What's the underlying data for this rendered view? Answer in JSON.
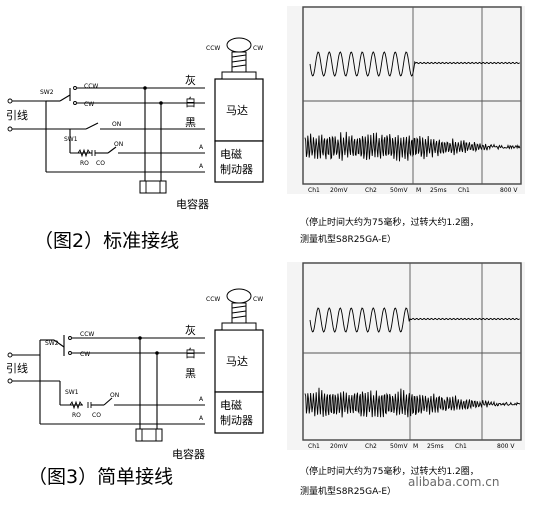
{
  "figures": [
    {
      "caption": "（图2）标准接线",
      "lead_label": "引线",
      "sw2": "SW2",
      "sw1": "SW1",
      "ccw": "CCW",
      "cw": "CW",
      "on1": "ON",
      "on2": "ON",
      "ro": "RO",
      "co": "CO",
      "a1": "A",
      "a2": "A",
      "wire_gray": "灰",
      "wire_white": "白",
      "wire_black": "黑",
      "motor": "马达",
      "brake_line1": "电磁",
      "brake_line2": "制动器",
      "capacitor": "电容器",
      "top_ccw": "CCW",
      "top_cw": "CW",
      "scope_scale": [
        "Ch1",
        "20mV",
        "Ch2",
        "50mV",
        "M",
        "25ms",
        "Ch1",
        "800 V"
      ],
      "note_line1": "（停止时间大约为75毫秒，过转大约1.2圈，",
      "note_line2": "测量机型S8R25GA-E）"
    },
    {
      "caption": "（图3）简单接线",
      "lead_label": "引线",
      "sw2": "SW2",
      "sw1": "SW1",
      "ccw": "CCW",
      "cw": "CW",
      "on1": "ON",
      "ro": "RO",
      "co": "CO",
      "a1": "A",
      "a2": "A",
      "wire_gray": "灰",
      "wire_white": "白",
      "wire_black": "黑",
      "motor": "马达",
      "brake_line1": "电磁",
      "brake_line2": "制动器",
      "capacitor": "电容器",
      "top_ccw": "CCW",
      "top_cw": "CW",
      "scope_scale": [
        "Ch1",
        "20mV",
        "Ch2",
        "50mV",
        "M",
        "25ms",
        "Ch1",
        "800 V"
      ],
      "note_line1": "（停止时间大约为75毫秒，过转大约1.2圈，",
      "note_line2": "测量机型S8R25GA-E）"
    }
  ],
  "watermark": "alibaba.com.cn"
}
